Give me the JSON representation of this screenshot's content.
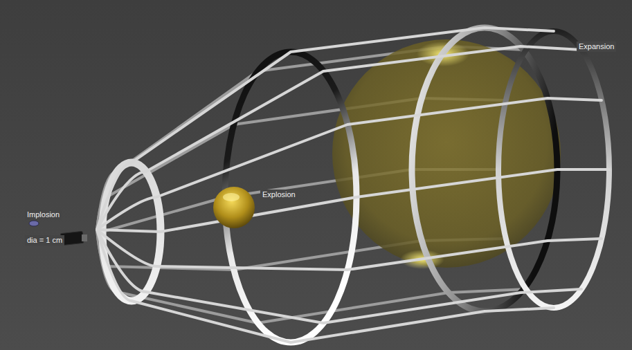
{
  "diagram": {
    "labels": [
      "Implosion",
      "dia = 1 cm",
      "Explosion",
      "Expansion"
    ]
  }
}
